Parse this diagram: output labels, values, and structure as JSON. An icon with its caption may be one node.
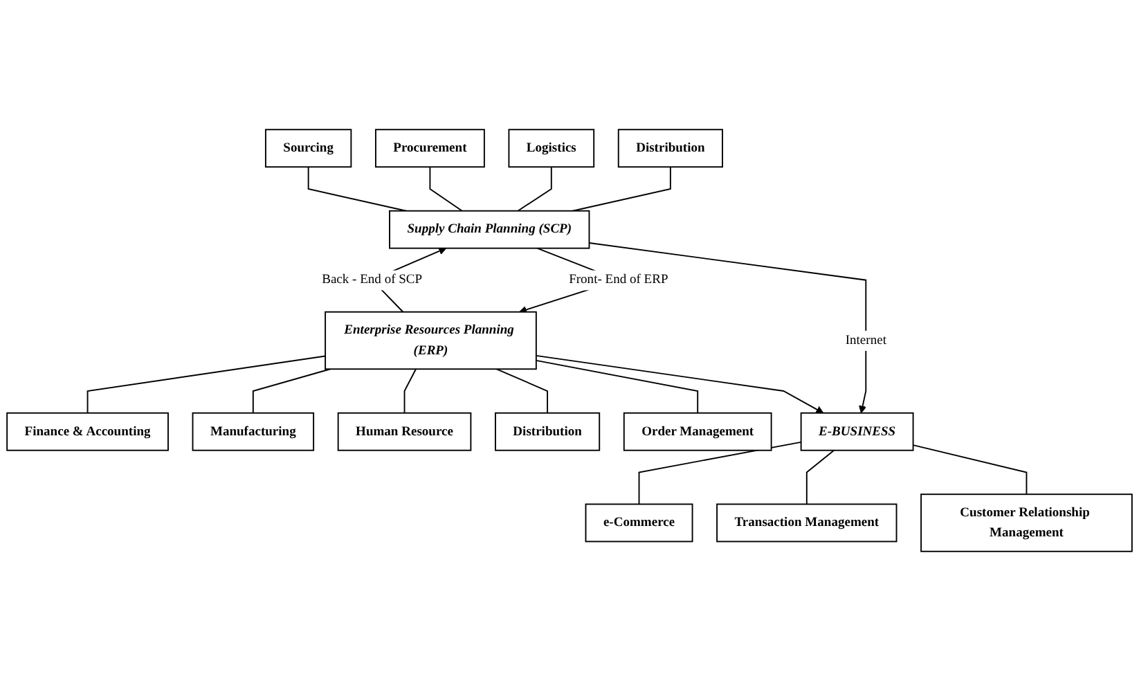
{
  "diagram": {
    "nodes": [
      {
        "text": [
          "Sourcing"
        ]
      },
      {
        "text": [
          "Procurement"
        ]
      },
      {
        "text": [
          "Logistics"
        ]
      },
      {
        "text": [
          "Distribution"
        ]
      },
      {
        "text": [
          "Supply Chain Planning (SCP)"
        ]
      },
      {
        "text": [
          "Enterprise Resources Planning (ERP)"
        ]
      },
      {
        "text": [
          "Finance & Accounting"
        ]
      },
      {
        "text": [
          "Manufacturing"
        ]
      },
      {
        "text": [
          "Human Resource"
        ]
      },
      {
        "text": [
          "Distribution"
        ]
      },
      {
        "text": [
          "Order Management"
        ]
      },
      {
        "text": [
          "E-BUSINESS"
        ]
      },
      {
        "text": [
          "e-Commerce"
        ]
      },
      {
        "text": [
          "Transaction Management"
        ]
      },
      {
        "text": [
          "Customer Relationship Management"
        ]
      }
    ],
    "edges": [
      {
        "from": 3,
        "to": 4,
        "arrow": "none"
      },
      {
        "from": 2,
        "to": 4,
        "arrow": "none"
      },
      {
        "from": 1,
        "to": 4,
        "arrow": "none"
      },
      {
        "from": 0,
        "to": 4,
        "arrow": "none"
      },
      {
        "from": 5,
        "to": 4,
        "arrow": "to",
        "label": "Back - End of SCP"
      },
      {
        "from": 4,
        "to": 5,
        "arrow": "to",
        "label": "Front- End of ERP"
      },
      {
        "from": 4,
        "to": 11,
        "arrow": "to",
        "label": "Internet"
      },
      {
        "from": 5,
        "to": 11,
        "arrow": "to"
      },
      {
        "from": 5,
        "to": 6,
        "arrow": "none"
      },
      {
        "from": 5,
        "to": 7,
        "arrow": "none"
      },
      {
        "from": 5,
        "to": 8,
        "arrow": "none"
      },
      {
        "from": 5,
        "to": 9,
        "arrow": "none"
      },
      {
        "from": 5,
        "to": 10,
        "arrow": "none"
      },
      {
        "from": 11,
        "to": 12,
        "arrow": "none"
      },
      {
        "from": 11,
        "to": 13,
        "arrow": "none"
      },
      {
        "from": 11,
        "to": 14,
        "arrow": "none"
      }
    ]
  }
}
